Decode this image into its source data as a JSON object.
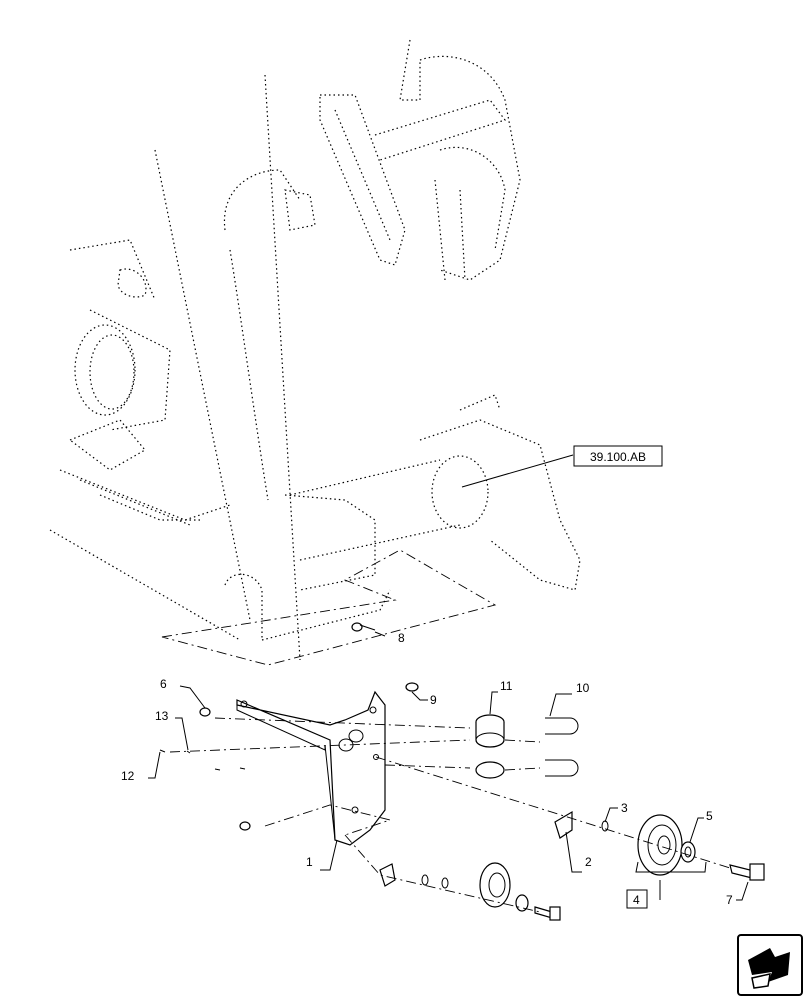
{
  "reference_label": "39.100.AB",
  "callouts": [
    {
      "id": "c1",
      "text": "1"
    },
    {
      "id": "c2",
      "text": "2"
    },
    {
      "id": "c3",
      "text": "3"
    },
    {
      "id": "c4",
      "text": "4"
    },
    {
      "id": "c5",
      "text": "5"
    },
    {
      "id": "c6",
      "text": "6"
    },
    {
      "id": "c7",
      "text": "7"
    },
    {
      "id": "c8",
      "text": "8"
    },
    {
      "id": "c9",
      "text": "9"
    },
    {
      "id": "c10",
      "text": "10"
    },
    {
      "id": "c11",
      "text": "11"
    },
    {
      "id": "c12",
      "text": "12"
    },
    {
      "id": "c13",
      "text": "13"
    }
  ],
  "icons": {
    "nav": "arrow-navigation-icon"
  }
}
